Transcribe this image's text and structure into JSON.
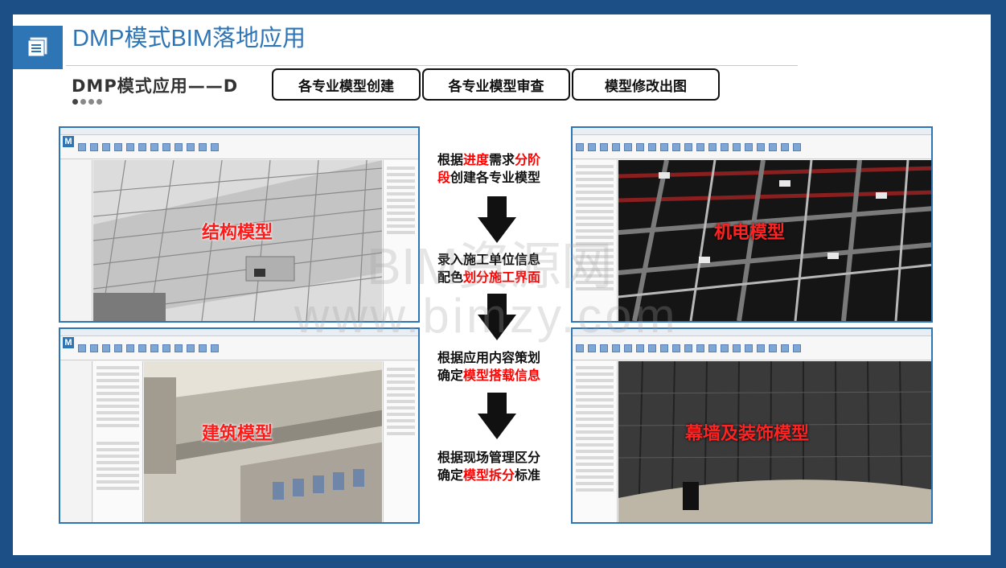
{
  "slide": {
    "title": "DMP模式BIM落地应用",
    "subtitle": "DMP模式应用——D"
  },
  "tabs": [
    {
      "label": "各专业模型创建"
    },
    {
      "label": "各专业模型审查"
    },
    {
      "label": "模型修改出图"
    }
  ],
  "panels": {
    "structure": {
      "label": "结构模型"
    },
    "mep": {
      "label": "机电模型"
    },
    "architecture": {
      "label": "建筑模型"
    },
    "curtain_wall": {
      "label": "幕墙及装饰模型"
    }
  },
  "flow": {
    "step1": {
      "l1_a": "根据",
      "l1_b": "进度",
      "l1_c": "需求",
      "l1_d": "分阶",
      "l2_a": "段",
      "l2_b": "创建各专业模型"
    },
    "step2": {
      "l1": "录入施工单位信息",
      "l2_a": "配色",
      "l2_b": "划分施工界面"
    },
    "step3": {
      "l1": "根据应用内容策划",
      "l2_a": "确定",
      "l2_b": "模型搭载信息"
    },
    "step4": {
      "l1": "根据现场管理区分",
      "l2_a": "确定",
      "l2_b": "模型拆分",
      "l2_c": "标准"
    }
  },
  "watermark": {
    "line1": "BIM资源网",
    "line2": "www.bimzy.com"
  },
  "icons": {
    "title": "document-stack-icon",
    "arrow": "down-arrow-icon"
  },
  "colors": {
    "accent": "#2e75b6",
    "border": "#1b4f86",
    "highlight": "#ff0000"
  }
}
